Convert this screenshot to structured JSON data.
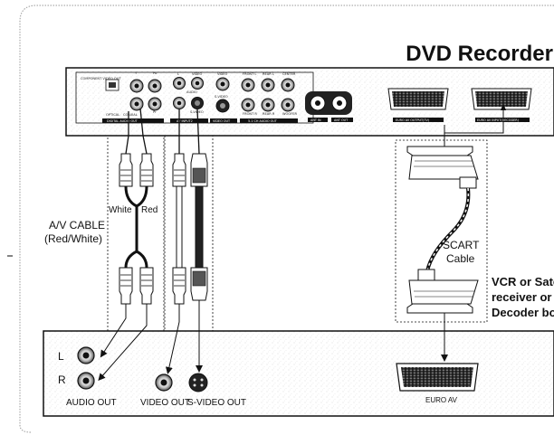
{
  "title": "DVD Recorder",
  "back_panel": {
    "component_video_out": "COMPONENT VIDEO OUT",
    "optical": "OPTICAL",
    "coaxial": "COAXIAL",
    "digital_audio_out": "DIGITAL AUDIO OUT",
    "y": "Y",
    "pb": "Pb",
    "pr": "Pr",
    "l": "L",
    "video": "VIDEO",
    "audio": "AUDIO",
    "s_video_in": "S-VIDEO",
    "av_input": "AV INPUT2",
    "video_jack": "VIDEO",
    "s_video": "S-VIDEO",
    "video_out": "VIDEO OUT",
    "front_l": "FRONT L",
    "front_r": "FRONT R",
    "rear_l": "REAR L",
    "rear_r": "REAR R",
    "center": "CENTER",
    "woofer": "WOOFER",
    "ch51_out": "5.1 CH AUDIO OUT",
    "ant_in": "ANT IN",
    "ant_out": "ANT OUT",
    "euro_av_output": "EURO AV OUTPUT(TV)",
    "euro_av_input": "EURO AV INPUT(DECODER)"
  },
  "labels": {
    "av_cable": "A/V CABLE",
    "av_cable_sub": "(Red/White)",
    "white": "White",
    "red": "Red",
    "scart_cable_1": "SCART",
    "scart_cable_2": "Cable",
    "device_line1": "VCR or Satellite",
    "device_line2": "receiver or",
    "device_line3": "Decoder box",
    "l": "L",
    "r": "R",
    "audio_out": "AUDIO OUT",
    "video_out": "VIDEO OUT",
    "s_video_out": "S-VIDEO OUT",
    "euro_av": "EURO AV"
  }
}
